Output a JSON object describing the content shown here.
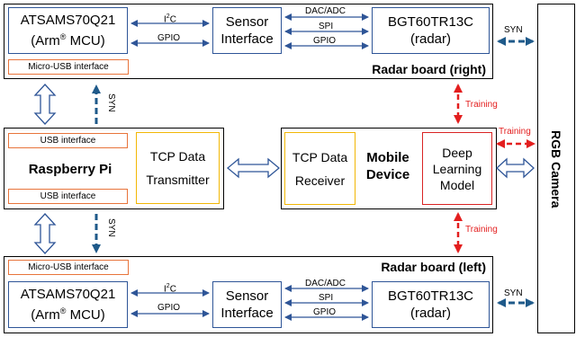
{
  "radar_right": {
    "title": "Radar board (right)",
    "mcu_line1": "ATSAMS70Q21",
    "mcu_line2_pre": "(Arm",
    "mcu_line2_sup": "®",
    "mcu_line2_post": " MCU)",
    "usb": "Micro-USB interface",
    "sensor_line1": "Sensor",
    "sensor_line2": "Interface",
    "radar_line1": "BGT60TR13C",
    "radar_line2": "(radar)",
    "i2c_pre": "I",
    "i2c_sup": "2",
    "i2c_post": "C",
    "gpio": "GPIO",
    "dac": "DAC/ADC",
    "spi": "SPI",
    "gpio2": "GPIO",
    "syn": "SYN"
  },
  "radar_left": {
    "title": "Radar board (left)",
    "mcu_line1": "ATSAMS70Q21",
    "mcu_line2_pre": "(Arm",
    "mcu_line2_sup": "®",
    "mcu_line2_post": " MCU)",
    "usb": "Micro-USB interface",
    "sensor_line1": "Sensor",
    "sensor_line2": "Interface",
    "radar_line1": "BGT60TR13C",
    "radar_line2": "(radar)",
    "i2c_pre": "I",
    "i2c_sup": "2",
    "i2c_post": "C",
    "gpio": "GPIO",
    "dac": "DAC/ADC",
    "spi": "SPI",
    "gpio2": "GPIO",
    "syn": "SYN"
  },
  "raspberry": {
    "title": "Raspberry Pi",
    "usb_top": "USB interface",
    "usb_bottom": "USB interface",
    "tcp_line1": "TCP Data",
    "tcp_line2": "Transmitter"
  },
  "mobile": {
    "title_line1": "Mobile",
    "title_line2": "Device",
    "tcp_line1": "TCP Data",
    "tcp_line2": "Receiver",
    "dl_line1": "Deep",
    "dl_line2": "Learning",
    "dl_line3": "Model"
  },
  "camera": {
    "title": "RGB Camera"
  },
  "links": {
    "syn_top": "SYN",
    "syn_bottom": "SYN",
    "training_top": "Training",
    "training_bottom": "Training",
    "training_camera": "Training"
  },
  "colors": {
    "blue": "#2e5597",
    "orange": "#e8743b",
    "yellow": "#f2b705",
    "red": "#d92323",
    "syn_arrow": "#1f5a8a"
  }
}
